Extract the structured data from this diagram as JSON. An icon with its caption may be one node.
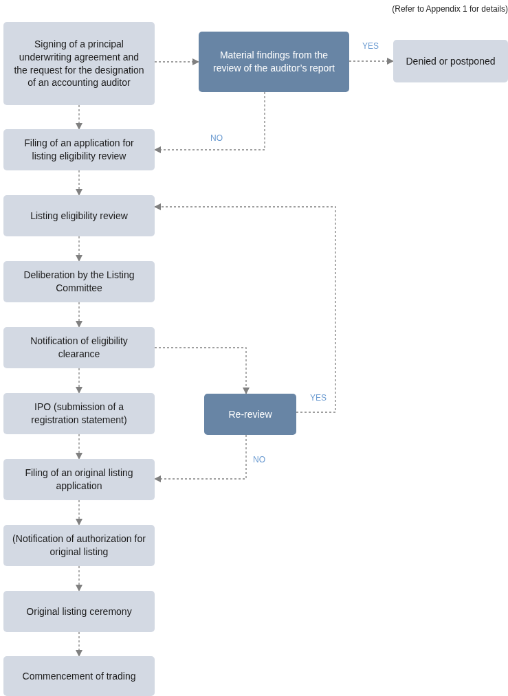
{
  "diagram": {
    "nodes": [
      {
        "text": [
          "Signing of a principal underwriting agreement and the request for the designation of an accounting auditor"
        ]
      },
      {
        "text": [
          "Material findings from the review of the auditor’s report"
        ]
      },
      {
        "text": [
          "Denied or postponed"
        ]
      },
      {
        "text": [
          "Filing of an application for listing eligibility review"
        ]
      },
      {
        "text": [
          "Listing eligibility review"
        ]
      },
      {
        "text": [
          "Deliberation by the Listing Committee"
        ]
      },
      {
        "text": [
          "Notification of eligibility clearance"
        ]
      },
      {
        "text": [
          "IPO (submission of a registration statement)"
        ]
      },
      {
        "text": [
          "Re-review"
        ]
      },
      {
        "text": [
          "Filing of an original listing application"
        ]
      },
      {
        "text": [
          "(Notification of authorization for original listing"
        ]
      },
      {
        "text": [
          "Original listing ceremony"
        ]
      },
      {
        "text": [
          "Commencement of trading"
        ]
      }
    ],
    "edges": [
      {
        "from": 0,
        "to": 1,
        "arrow": "to",
        "style": "dashed"
      },
      {
        "from": 1,
        "to": 2,
        "arrow": "to",
        "style": "dashed",
        "label": "YES"
      },
      {
        "from": 1,
        "to": 3,
        "arrow": "to",
        "style": "dashed",
        "label": "NO"
      },
      {
        "from": 0,
        "to": 3,
        "arrow": "to",
        "style": "dashed"
      },
      {
        "from": 3,
        "to": 4,
        "arrow": "to",
        "style": "dashed"
      },
      {
        "from": 4,
        "to": 5,
        "arrow": "to",
        "style": "dashed"
      },
      {
        "from": 5,
        "to": 6,
        "arrow": "to",
        "style": "dashed"
      },
      {
        "from": 6,
        "to": 7,
        "arrow": "to",
        "style": "dashed"
      },
      {
        "from": 6,
        "to": 8,
        "arrow": "to",
        "style": "dashed"
      },
      {
        "from": 8,
        "to": 4,
        "arrow": "to",
        "style": "dashed",
        "label": "YES"
      },
      {
        "from": 8,
        "to": 9,
        "arrow": "to",
        "style": "dashed",
        "label": "NO"
      },
      {
        "from": 7,
        "to": 9,
        "arrow": "to",
        "style": "dashed"
      },
      {
        "from": 9,
        "to": 10,
        "arrow": "to",
        "style": "dashed"
      },
      {
        "from": 10,
        "to": 11,
        "arrow": "to",
        "style": "dashed"
      },
      {
        "from": 11,
        "to": 12,
        "arrow": "to",
        "style": "dashed"
      }
    ],
    "labels": [
      "(Refer to Appendix 1 for details)"
    ]
  }
}
